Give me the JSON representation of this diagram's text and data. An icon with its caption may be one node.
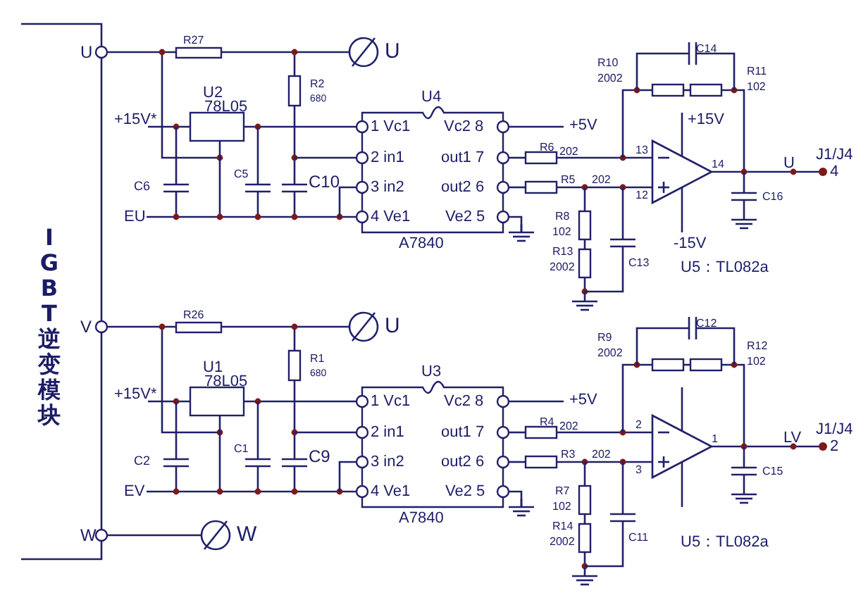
{
  "diagram": {
    "labels": [
      "U",
      "R27",
      "U",
      "R2",
      "680",
      "U2",
      "78L05",
      "U4",
      "+15V*",
      "1 Vc1",
      "Vc2 8",
      "+5V",
      "+15V",
      "R10",
      "2002",
      "C14",
      "R11",
      "102",
      "R6",
      "202",
      "2 in1",
      "out1 7",
      "13",
      "14",
      "U",
      "J1/J4",
      "4",
      "C6",
      "C5",
      "C10",
      "3 in2",
      "out2 6",
      "R5",
      "202",
      "12",
      "C16",
      "EU",
      "4 Ve1",
      "Ve2 5",
      "R8",
      "102",
      "A7840",
      "-15V",
      "R13",
      "2002",
      "C13",
      "U5：TL082a",
      "IGBT逆变模块",
      "V",
      "R26",
      "U",
      "R1",
      "680",
      "U1",
      "78L05",
      "U3",
      "+15V*",
      "1 Vc1",
      "Vc2 8",
      "+5V",
      "R9",
      "2002",
      "C12",
      "R12",
      "102",
      "R4",
      "202",
      "2 in1",
      "out1 7",
      "2",
      "1",
      "LV",
      "J1/J4",
      "2",
      "C2",
      "C1",
      "C9",
      "3 in2",
      "out2 6",
      "R3",
      "202",
      "3",
      "C15",
      "EV",
      "4 Ve1",
      "Ve2 5",
      "R7",
      "102",
      "A7840",
      "R14",
      "2002",
      "C11",
      "U5：TL082a",
      "W",
      "W"
    ]
  }
}
